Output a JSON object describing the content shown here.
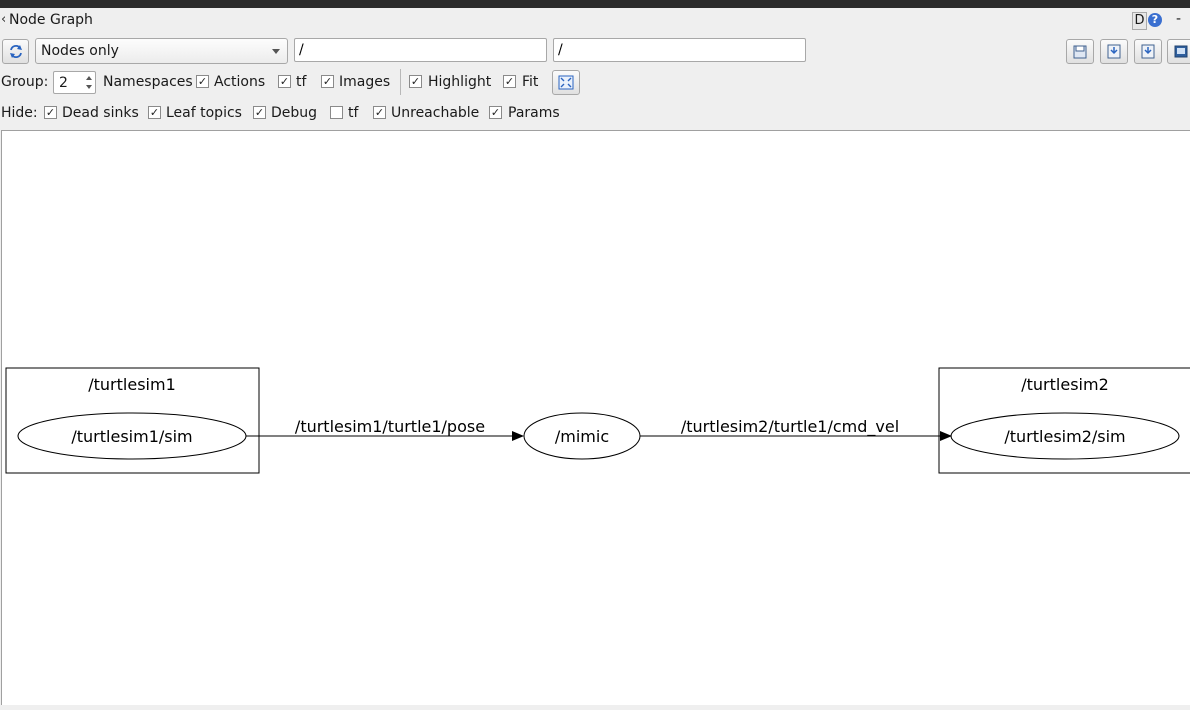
{
  "window": {
    "title": "Node Graph",
    "title_button": "D",
    "help_glyph": "?",
    "dash": "-"
  },
  "toolbar": {
    "graph_type": "Nodes only",
    "node_filter": "/",
    "topic_filter": "/"
  },
  "options": {
    "group_label": "Group:",
    "group_value": "2",
    "namespaces_label": "Namespaces",
    "actions_label": "Actions",
    "tf_label": "tf",
    "images_label": "Images",
    "highlight_label": "Highlight",
    "fit_label": "Fit"
  },
  "hide": {
    "label": "Hide:",
    "dead_sinks": "Dead sinks",
    "leaf_topics": "Leaf topics",
    "debug": "Debug",
    "tf": "tf",
    "unreachable": "Unreachable",
    "params": "Params"
  },
  "checks": {
    "namespaces": true,
    "actions": true,
    "tf": true,
    "images": true,
    "highlight": true,
    "fit": true,
    "hide_dead_sinks": true,
    "hide_leaf_topics": true,
    "hide_debug": true,
    "hide_tf": false,
    "hide_unreachable": true,
    "hide_params": true
  },
  "graph": {
    "clusters": {
      "c1": "/turtlesim1",
      "c2": "/turtlesim2"
    },
    "nodes": {
      "sim1": "/turtlesim1/sim",
      "mimic": "/mimic",
      "sim2": "/turtlesim2/sim"
    },
    "edges": {
      "e1": "/turtlesim1/turtle1/pose",
      "e2": "/turtlesim2/turtle1/cmd_vel"
    }
  }
}
